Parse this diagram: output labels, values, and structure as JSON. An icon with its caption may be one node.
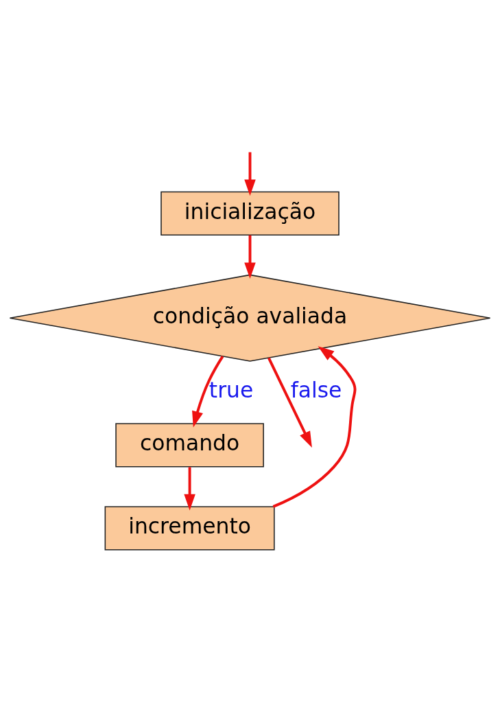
{
  "diagram": {
    "nodes": [
      {
        "text": [
          "inicialização"
        ]
      },
      {
        "text": [
          "condição avaliada"
        ]
      },
      {
        "text": [
          "comando"
        ]
      },
      {
        "text": [
          "incremento"
        ]
      }
    ],
    "edges": [
      {
        "from": null,
        "to": 0,
        "arrow": "to"
      },
      {
        "from": 0,
        "to": 1,
        "arrow": "to"
      },
      {
        "from": 1,
        "to": 2,
        "arrow": "to",
        "label": "true"
      },
      {
        "from": 2,
        "to": 3,
        "arrow": "to"
      },
      {
        "from": 3,
        "to": 1,
        "arrow": "to"
      },
      {
        "from": 1,
        "to": null,
        "arrow": "to",
        "label": "false"
      }
    ]
  }
}
